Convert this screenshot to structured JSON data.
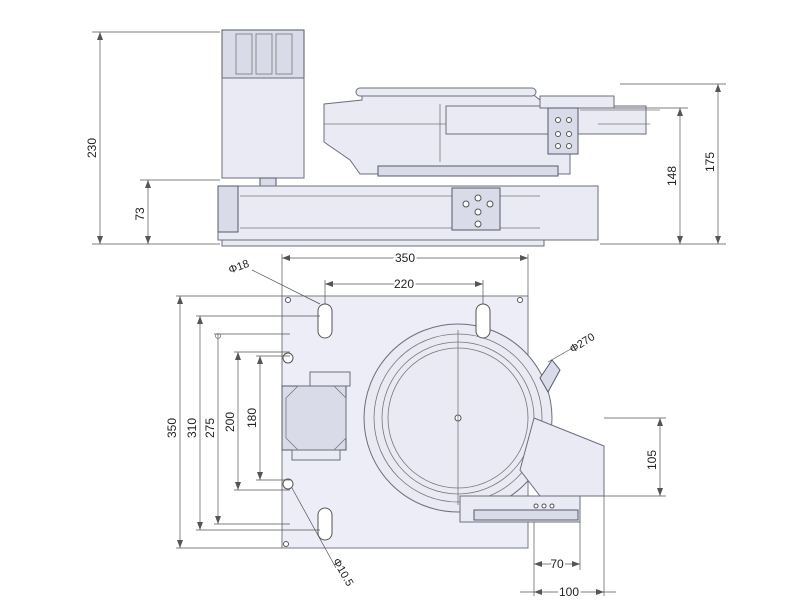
{
  "side_view": {
    "dim_overall_height": "230",
    "dim_base_height": "73",
    "dim_right_inner": "148",
    "dim_right_outer": "175"
  },
  "top_view": {
    "dim_width": "350",
    "dim_slot_spacing": "220",
    "dim_slot_diameter": "Φ18",
    "dim_disc_diameter": "Φ270",
    "dim_height_350": "350",
    "dim_height_310": "310",
    "dim_height_275": "275",
    "dim_height_200": "200",
    "dim_height_180": "180",
    "dim_right_105": "105",
    "dim_bottom_70": "70",
    "dim_bottom_100": "100",
    "dim_hole_diameter": "Φ10.5"
  }
}
